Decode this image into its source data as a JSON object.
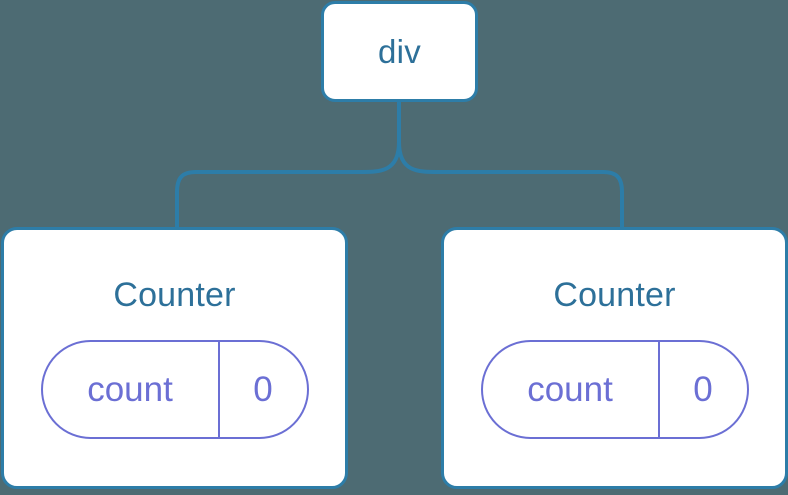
{
  "diagram": {
    "background_color": "#4d6b73",
    "node_border_color": "#2d7da8",
    "node_text_color": "#2d7099",
    "state_pill_color": "#6b6fd4",
    "connector_color": "#2d7da8",
    "root": {
      "label": "div"
    },
    "children": [
      {
        "title": "Counter",
        "state": {
          "key": "count",
          "value": "0"
        }
      },
      {
        "title": "Counter",
        "state": {
          "key": "count",
          "value": "0"
        }
      }
    ]
  }
}
